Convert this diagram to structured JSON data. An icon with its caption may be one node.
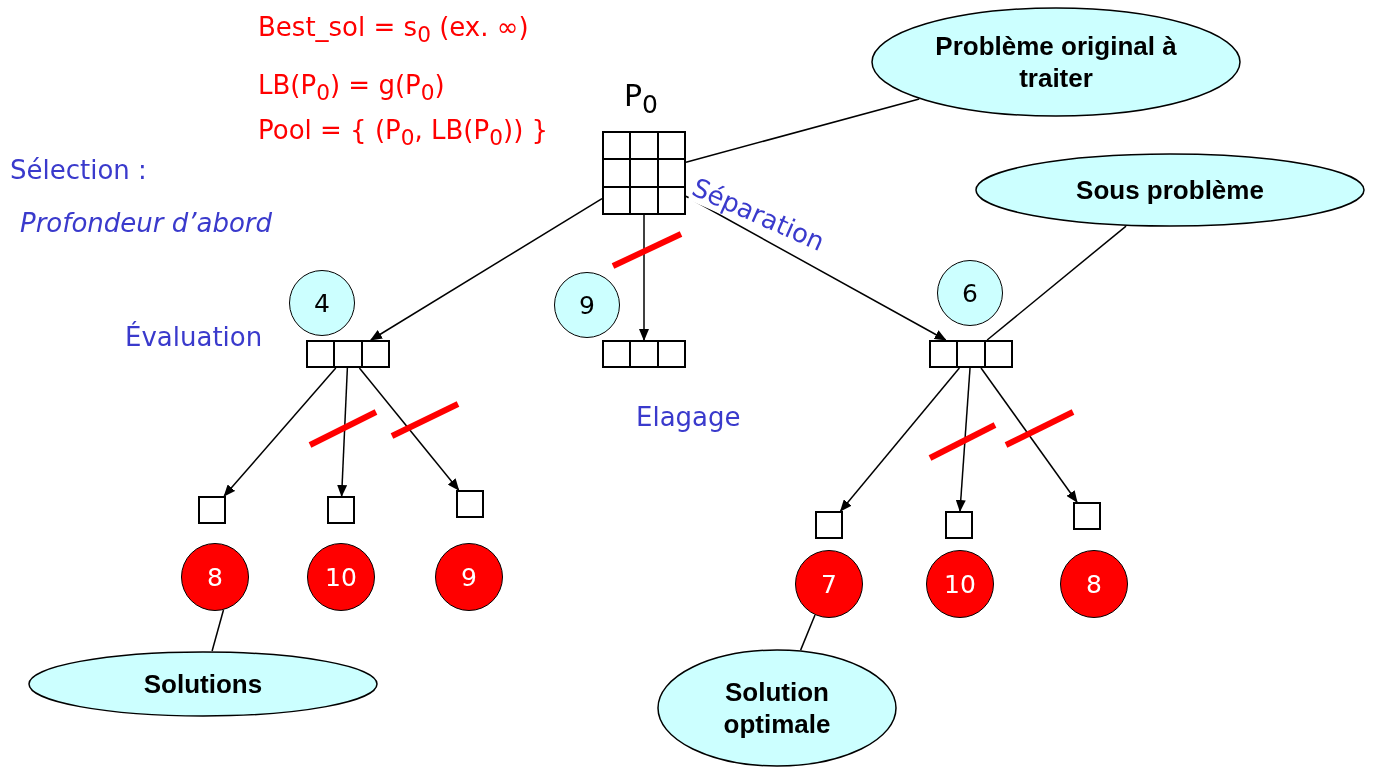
{
  "diagram": {
    "nodes": [
      {
        "text": [
          "P$_{0}$"
        ]
      },
      {
        "text": [
          "Problème original à traiter"
        ]
      },
      {
        "text": [
          "Sous problème"
        ]
      },
      {
        "text": [
          "4"
        ]
      },
      {
        "text": [],
        "shape": "box"
      },
      {
        "text": [
          "9"
        ]
      },
      {
        "text": [],
        "shape": "box"
      },
      {
        "text": [
          "6"
        ]
      },
      {
        "text": [],
        "shape": "box"
      },
      {
        "text": [],
        "shape": "box"
      },
      {
        "text": [],
        "shape": "box"
      },
      {
        "text": [],
        "shape": "box"
      },
      {
        "text": [],
        "shape": "box"
      },
      {
        "text": [],
        "shape": "box"
      },
      {
        "text": [],
        "shape": "box"
      },
      {
        "text": [
          "8"
        ]
      },
      {
        "text": [
          "10"
        ]
      },
      {
        "text": [
          "9"
        ]
      },
      {
        "text": [
          "7"
        ]
      },
      {
        "text": [
          "10"
        ]
      },
      {
        "text": [
          "8"
        ]
      },
      {
        "text": [
          "Solutions"
        ]
      },
      {
        "text": [
          "Solution optimale"
        ]
      }
    ],
    "edges": [
      {
        "from": 0,
        "to": 4,
        "arrow": "to"
      },
      {
        "from": 0,
        "to": 6,
        "arrow": "to"
      },
      {
        "from": 0,
        "to": 8,
        "arrow": "to",
        "label": "Séparation"
      },
      {
        "from": 4,
        "to": 9,
        "arrow": "to"
      },
      {
        "from": 4,
        "to": 10,
        "arrow": "to"
      },
      {
        "from": 4,
        "to": 11,
        "arrow": "to"
      },
      {
        "from": 8,
        "to": 12,
        "arrow": "to"
      },
      {
        "from": 8,
        "to": 13,
        "arrow": "to"
      },
      {
        "from": 8,
        "to": 14,
        "arrow": "to"
      },
      {
        "from": 1,
        "to": 0,
        "arrow": "none"
      },
      {
        "from": 2,
        "to": 8,
        "arrow": "none"
      },
      {
        "from": 21,
        "to": 15,
        "arrow": "none"
      },
      {
        "from": 22,
        "to": 18,
        "arrow": "none"
      }
    ],
    "labels": [
      "Best_sol = s$_{0}$ (ex. ∞)",
      "LB(P$_{0}$) = g(P$_{0}$)",
      "Pool = { (P$_{0}$, LB(P$_{0}$)) }",
      "Sélection :",
      "Profondeur d’abord",
      "Évaluation",
      "Elagage"
    ]
  }
}
